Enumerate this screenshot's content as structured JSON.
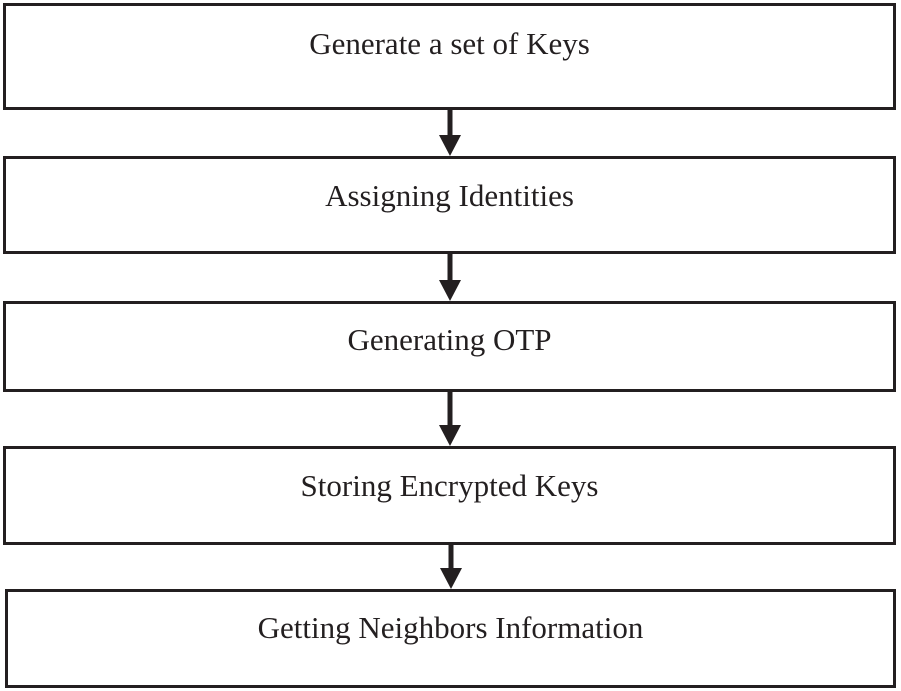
{
  "flowchart": {
    "steps": [
      {
        "label": "Generate a set of Keys"
      },
      {
        "label": "Assigning Identities"
      },
      {
        "label": "Generating OTP"
      },
      {
        "label": "Storing Encrypted Keys"
      },
      {
        "label": "Getting Neighbors Information"
      }
    ],
    "line_color": "#231f20"
  }
}
